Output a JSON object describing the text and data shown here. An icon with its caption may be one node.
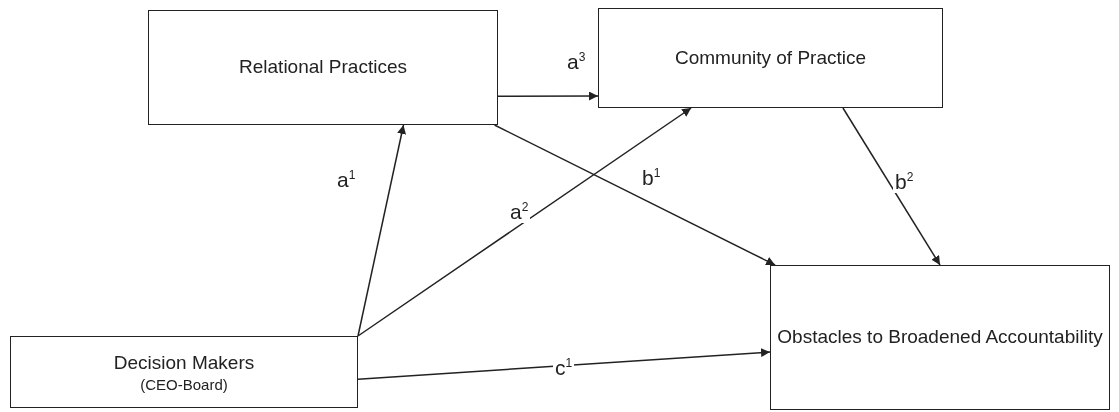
{
  "diagram": {
    "nodes": [
      {
        "text": [
          "Relational Practices"
        ]
      },
      {
        "text": [
          "Community of Practice"
        ]
      },
      {
        "text": [
          "Decision Makers",
          "(CEO-Board)"
        ]
      },
      {
        "text": [
          "Obstacles to Broadened Accountability"
        ]
      }
    ],
    "edges": [
      {
        "from": 0,
        "to": 1,
        "arrow": "to",
        "label": "a$^{3}$"
      },
      {
        "from": 2,
        "to": 0,
        "arrow": "to",
        "label": "a$^{1}$"
      },
      {
        "from": 2,
        "to": 1,
        "arrow": "to",
        "label": "a$^{2}$"
      },
      {
        "from": 0,
        "to": 3,
        "arrow": "to",
        "label": "b$^{1}$"
      },
      {
        "from": 1,
        "to": 3,
        "arrow": "to",
        "label": "b$^{2}$"
      },
      {
        "from": 2,
        "to": 3,
        "arrow": "to",
        "label": "c$^{1}$"
      }
    ]
  }
}
